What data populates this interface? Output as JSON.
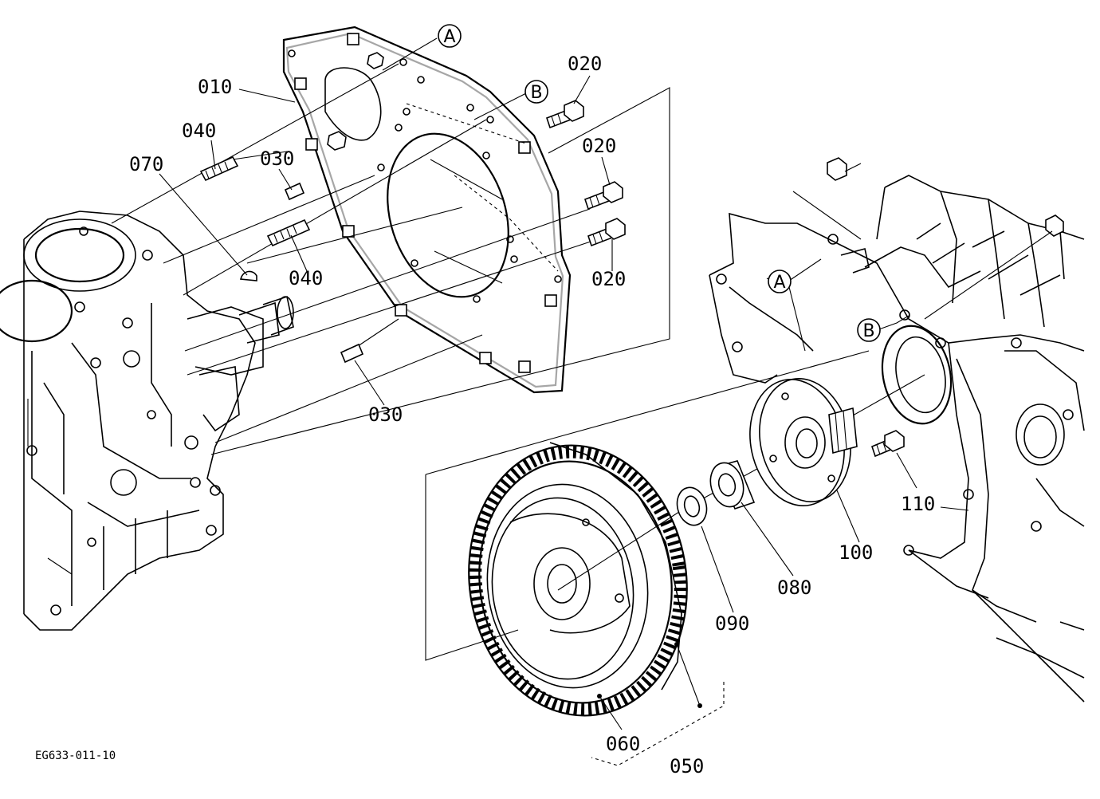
{
  "drawing_code": "EG633-011-10",
  "part_labels": {
    "p010": "010",
    "p020a": "020",
    "p020b": "020",
    "p020c": "020",
    "p030a": "030",
    "p030b": "030",
    "p040a": "040",
    "p040b": "040",
    "p050": "050",
    "p060": "060",
    "p070": "070",
    "p080": "080",
    "p090": "090",
    "p100": "100",
    "p110": "110"
  },
  "ref_marks": {
    "a_plate": "A",
    "b_plate": "B",
    "a_housing": "A",
    "b_housing": "B"
  }
}
